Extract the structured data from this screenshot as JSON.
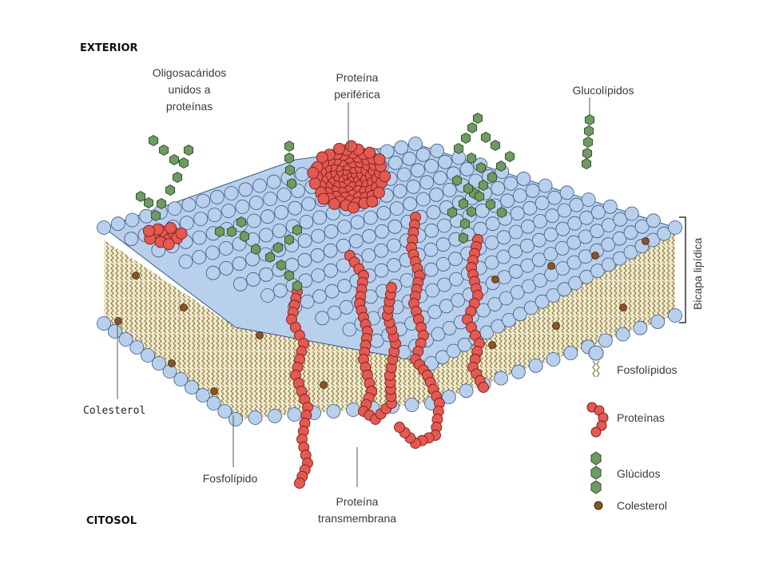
{
  "title_exterior": "EXTERIOR",
  "title_citosol": "CITOSOL",
  "labels": {
    "oligo_1": "Oligosacáridos",
    "oligo_2": "unidos a",
    "oligo_3": "proteínas",
    "periph_1": "Proteína",
    "periph_2": "periférica",
    "glycolipids": "Glucolípidos",
    "bilayer": "Bicapa lipídica",
    "cholesterol": "Colesterol",
    "phospholipid": "Fosfolípido",
    "trans_1": "Proteína",
    "trans_2": "transmembrana"
  },
  "legend": {
    "phospholipids": "Fosfolípidos",
    "proteins": "Proteínas",
    "carbs": "Glúcidos",
    "cholesterol": "Colesterol"
  },
  "colors": {
    "head": "#b8d0ec",
    "head_stroke": "#3c5a86",
    "protein": "#e25a52",
    "protein_stroke": "#7e1d1a",
    "sugar": "#6f9a62",
    "sugar_stroke": "#2e4a28",
    "chol": "#8a5424",
    "tail": "#8c7a3a"
  }
}
